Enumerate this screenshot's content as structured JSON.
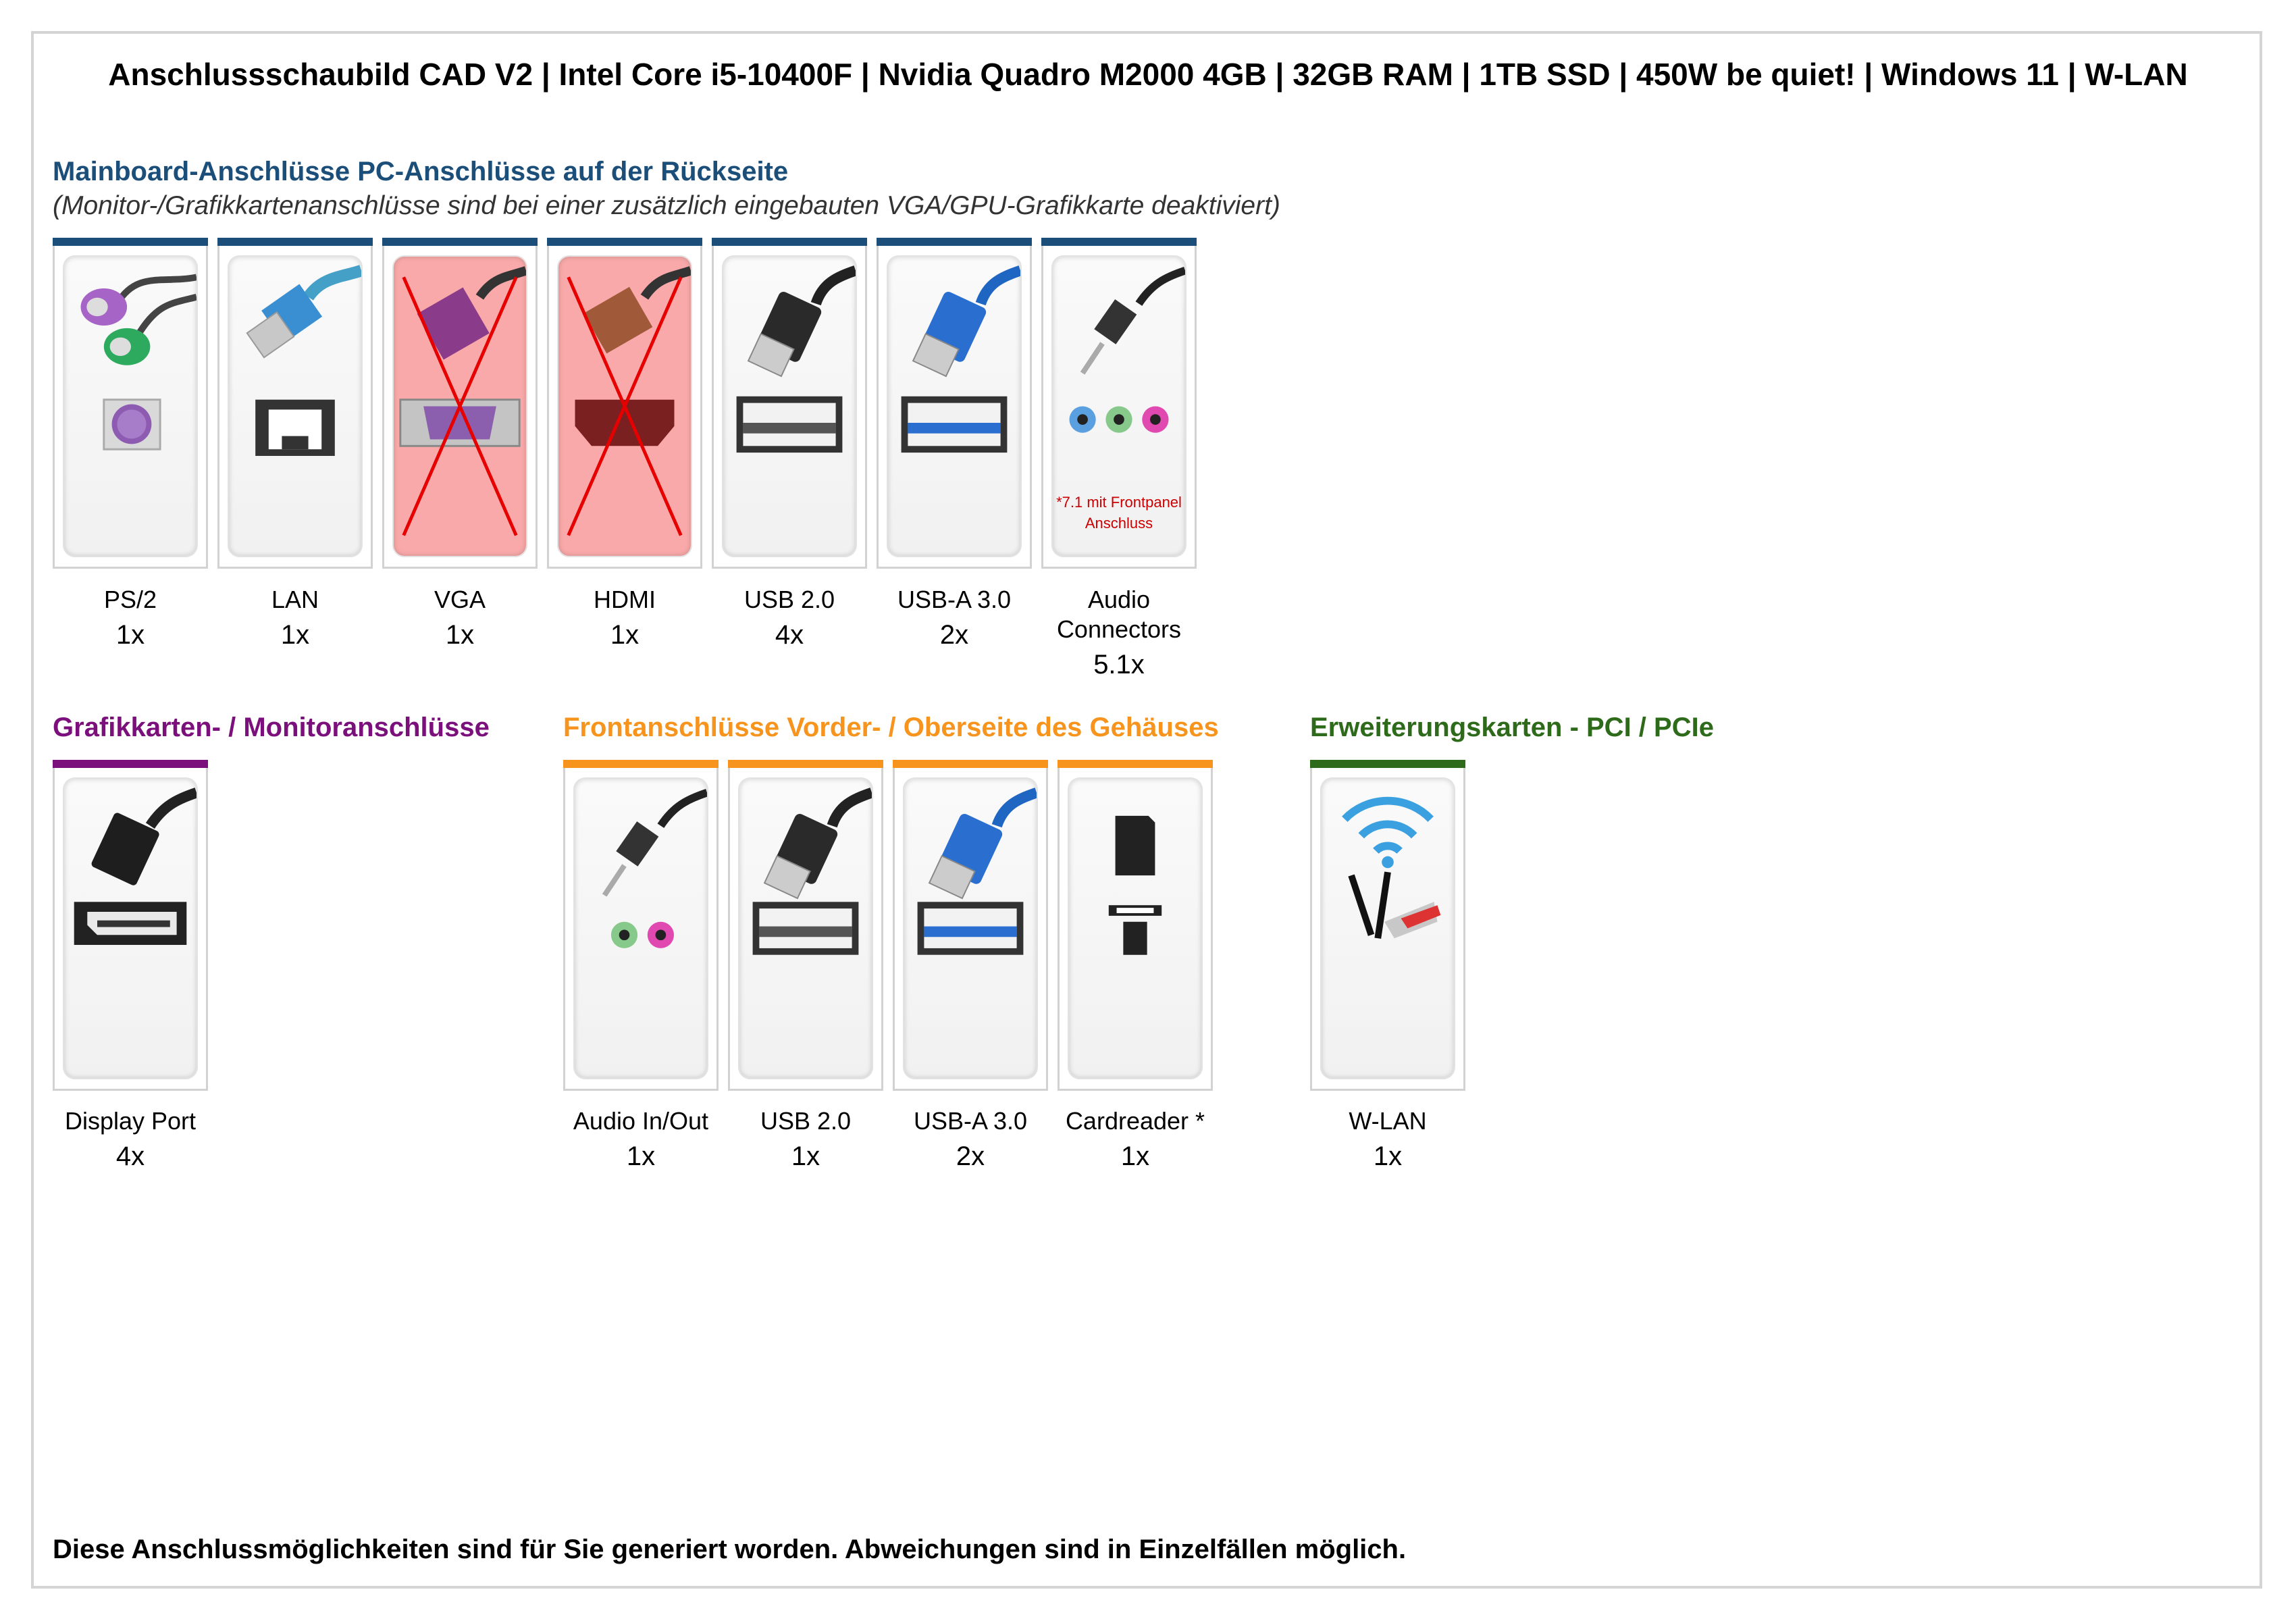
{
  "title": "Anschlussschaubild CAD V2 | Intel Core i5-10400F | Nvidia Quadro M2000 4GB | 32GB RAM | 1TB SSD | 450W be quiet! | Windows 11 | W-LAN",
  "colors": {
    "blue": "#1b4f7a",
    "purple": "#7b0f7b",
    "orange": "#f7941d",
    "green": "#2d6a1a",
    "disabled": "#f9a9a9",
    "cross": "#e60000"
  },
  "mainboard": {
    "title": "Mainboard-Anschlüsse PC-Anschlüsse auf der Rückseite",
    "subtitle": "(Monitor-/Grafikkartenanschlüsse sind bei einer zusätzlich eingebauten VGA/GPU-Grafikkarte deaktiviert)",
    "ports": [
      {
        "label": "PS/2",
        "count": "1x",
        "icon": "ps2-icon"
      },
      {
        "label": "LAN",
        "count": "1x",
        "icon": "lan-icon"
      },
      {
        "label": "VGA",
        "count": "1x",
        "icon": "vga-icon",
        "disabled": true
      },
      {
        "label": "HDMI",
        "count": "1x",
        "icon": "hdmi-icon",
        "disabled": true
      },
      {
        "label": "USB 2.0",
        "count": "4x",
        "icon": "usb2-icon"
      },
      {
        "label": "USB-A 3.0",
        "count": "2x",
        "icon": "usb3-icon"
      },
      {
        "label": "Audio Connectors",
        "count": "5.1x",
        "icon": "audio-icon",
        "note": "*7.1 mit Frontpanel Anschluss"
      }
    ]
  },
  "graphics": {
    "title": "Grafikkarten- / Monitoranschlüsse",
    "ports": [
      {
        "label": "Display Port",
        "count": "4x",
        "icon": "displayport-icon"
      }
    ]
  },
  "front": {
    "title": "Frontanschlüsse Vorder- / Oberseite des Gehäuses",
    "ports": [
      {
        "label": "Audio In/Out",
        "count": "1x",
        "icon": "audio-inout-icon"
      },
      {
        "label": "USB 2.0",
        "count": "1x",
        "icon": "usb2-icon"
      },
      {
        "label": "USB-A 3.0",
        "count": "2x",
        "icon": "usb3-icon"
      },
      {
        "label": "Cardreader *",
        "count": "1x",
        "icon": "cardreader-icon"
      }
    ]
  },
  "expansion": {
    "title": "Erweiterungskarten - PCI / PCIe",
    "ports": [
      {
        "label": "W-LAN",
        "count": "1x",
        "icon": "wlan-icon"
      }
    ]
  },
  "footer": "Diese Anschlussmöglichkeiten sind für Sie generiert worden. Abweichungen sind in Einzelfällen möglich."
}
